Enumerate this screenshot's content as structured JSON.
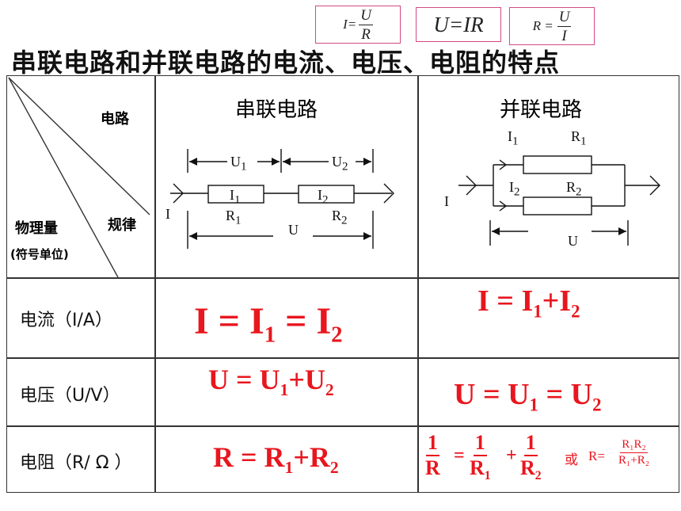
{
  "formulas": {
    "ohm1": {
      "lhs": "I=",
      "num": "U",
      "den": "R"
    },
    "ohm2": "U=IR",
    "ohm3": {
      "lhs": "R =",
      "num": "U",
      "den": "I"
    }
  },
  "title": "串联电路和并联电路的电流、电压、电阻的特点",
  "header": {
    "corner_circuit": "电路",
    "corner_rule": "规律",
    "corner_quantity": "物理量",
    "corner_unit": "(符号单位)",
    "series": "串联电路",
    "parallel": "并联电路"
  },
  "series_diagram": {
    "u1": "U",
    "u1_sub": "1",
    "u2": "U",
    "u2_sub": "2",
    "i": "I",
    "i1": "I",
    "i1_sub": "1",
    "i2": "I",
    "i2_sub": "2",
    "r1": "R",
    "r1_sub": "1",
    "r2": "R",
    "r2_sub": "2",
    "u": "U"
  },
  "parallel_diagram": {
    "i1": "I",
    "i1_sub": "1",
    "r1": "R",
    "r1_sub": "1",
    "i2": "I",
    "i2_sub": "2",
    "r2": "R",
    "r2_sub": "2",
    "i": "I",
    "u": "U"
  },
  "rows": [
    {
      "label": "电流（I/A）"
    },
    {
      "label": "电压（U/V）"
    },
    {
      "label": "电阻（R/ Ω ）"
    }
  ],
  "current": {
    "series": {
      "a": "I = I",
      "a_sub": "1",
      "b": " = I",
      "b_sub": "2"
    },
    "parallel": {
      "a": "I = I",
      "a_sub": "1",
      "b": "+I",
      "b_sub": "2"
    }
  },
  "voltage": {
    "series": {
      "a": "U = U",
      "a_sub": "1",
      "b": "+U",
      "b_sub": "2"
    },
    "parallel": {
      "a": "U = U",
      "a_sub": "1",
      "b": " = U",
      "b_sub": "2"
    }
  },
  "resistance": {
    "series": {
      "a": "R = R",
      "a_sub": "1",
      "b": "+R",
      "b_sub": "2"
    },
    "parallel": {
      "f1_num": "1",
      "f1_den": "R",
      "eq": "=",
      "f2_num": "1",
      "f2_den": "R",
      "f2_sub": "1",
      "plus": "+",
      "f3_num": "1",
      "f3_den": "R",
      "f3_sub": "2",
      "or": "或",
      "alt_lhs": "R=",
      "alt_num": "R₁R₂",
      "alt_den": "R₁+R₂"
    }
  },
  "colors": {
    "formula_red": "#e8161e",
    "box_border": "#d24a86"
  }
}
